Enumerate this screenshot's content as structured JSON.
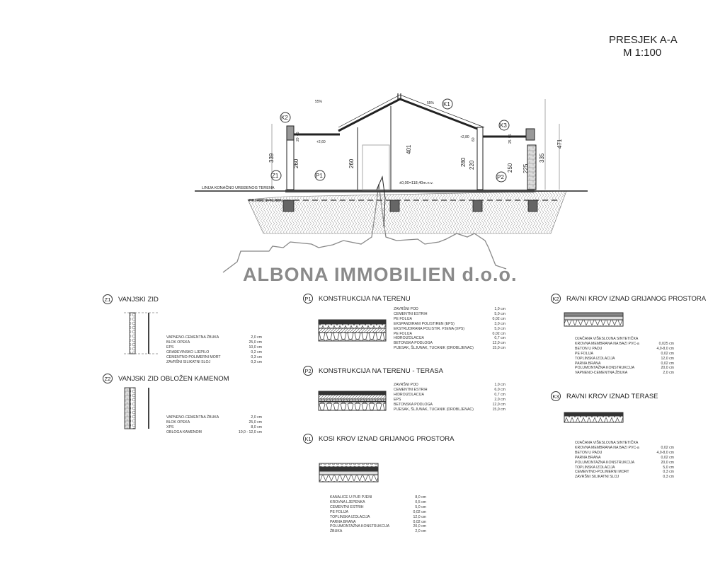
{
  "title": {
    "section": "PRESJEK A-A",
    "scale": "M 1:100"
  },
  "watermark": "ALBONA IMMOBILIEN d.o.o.",
  "drawing": {
    "terrain_line": "LINIJA KONAČNO UREĐENOG TERENA",
    "natural_terrain": "PRIRODNI TEREN",
    "level_zero": "±0,00=118,40m.n.v.",
    "level_k2": "+2,60",
    "level_k1": "+2,80",
    "slope_left": "55%",
    "slope_right": "55%",
    "dims": [
      "339",
      "260",
      "260",
      "401",
      "280",
      "220",
      "250",
      "225",
      "335",
      "471",
      "45",
      "20",
      "60",
      "55",
      "25"
    ],
    "markers": [
      "K2",
      "K1",
      "K3",
      "Z1",
      "P1",
      "P2"
    ]
  },
  "sections": [
    {
      "code": "Z1",
      "title": "VANJSKI ZID",
      "layers": [
        [
          "VAPNENO-CEMENTNA ŽBUKA",
          "2,0 cm"
        ],
        [
          "BLOK OPEKA",
          "25,0 cm"
        ],
        [
          "EPS",
          "10,0 cm"
        ],
        [
          "GRAĐEVINSKO LJEPILO",
          "0,2 cm"
        ],
        [
          "CEMENTNO-POLIMERNI MORT",
          "0,3 cm"
        ],
        [
          "ZAVRŠNI SILIKATNI SLOJ",
          "0,3 cm"
        ]
      ]
    },
    {
      "code": "Z2",
      "title": "VANJSKI ZID OBLOŽEN KAMENOM",
      "layers": [
        [
          "VAPNENO-CEMENTNA ŽBUKA",
          "2,0 cm"
        ],
        [
          "BLOK OPEKA",
          "25,0 cm"
        ],
        [
          "XPS",
          "8,0 cm"
        ],
        [
          "OBLOGA KAMENOM",
          "10,0 - 12,0 cm"
        ]
      ]
    },
    {
      "code": "P1",
      "title": "KONSTRUKCIJA NA TERENU",
      "layers": [
        [
          "ZAVRŠNI POD",
          "1,0 cm"
        ],
        [
          "CEMENTNI ESTRIH",
          "5,0 cm"
        ],
        [
          "PE FOLIJA",
          "0,02 cm"
        ],
        [
          "EKSPANDIRANI POLISTIREN (EPS)",
          "3,0 cm"
        ],
        [
          "EKSTRUDIRANA POLISTIR. PJENA (XPS)",
          "5,0 cm"
        ],
        [
          "PE FOLIJA",
          "0,02 cm"
        ],
        [
          "HIDROIZOLACIJA",
          "0,7 cm"
        ],
        [
          "BETONSKA PODLOGA",
          "12,0 cm"
        ],
        [
          "PIJESAK, ŠLJUNAK, TUCANIK (DROBLJENAC)",
          "15,0 cm"
        ]
      ]
    },
    {
      "code": "P2",
      "title": "KONSTRUKCIJA NA TERENU - TERASA",
      "layers": [
        [
          "ZAVRŠNI POD",
          "1,0 cm"
        ],
        [
          "CEMENTNI ESTRIH",
          "6,0 cm"
        ],
        [
          "HIDROIZOLACIJA",
          "0,7 cm"
        ],
        [
          "EPS",
          "2,0 cm"
        ],
        [
          "BETONSKA PODLOGA",
          "12,0 cm"
        ],
        [
          "PIJESAK, ŠLJUNAK, TUCANIK (DROBLJENAC)",
          "15,0 cm"
        ]
      ]
    },
    {
      "code": "K1",
      "title": "KOSI KROV IZNAD GRIJANOG PROSTORA",
      "layers": [
        [
          "KANALICE U PUR PJENI",
          "8,0 cm"
        ],
        [
          "KROVNA LJEPENKA",
          "0,5 cm"
        ],
        [
          "CEMENTNI ESTRIH",
          "5,0 cm"
        ],
        [
          "PE FOLIJA",
          "0,02 cm"
        ],
        [
          "TOPLINSKA IZOLACIJA",
          "12,0 cm"
        ],
        [
          "PARNA BRANA",
          "0,02 cm"
        ],
        [
          "POLUMONTAŽNA KONSTRUKCIJA",
          "20,0 cm"
        ],
        [
          "ŽBUKA",
          "2,0 cm"
        ]
      ]
    },
    {
      "code": "K2",
      "title": "RAVNI KROV IZNAD GRIJANOG PROSTORA",
      "layers": [
        [
          "OJAČANA VIŠESLOJNA SINTETIČKA",
          ""
        ],
        [
          "KROVNA MEMBRANA NA BAZI PVC-a",
          "0,025 cm"
        ],
        [
          "BETON U PADU",
          "4,0-8,0 cm"
        ],
        [
          "PE FOLIJA",
          "0,02 cm"
        ],
        [
          "TOPLINSKA IZOLACIJA",
          "12,0 cm"
        ],
        [
          "PARNA BRANA",
          "0,02 cm"
        ],
        [
          "POLUMONTAŽNA KONSTRUKCIJA",
          "20,0 cm"
        ],
        [
          "VAPNENO-CEMENTNA ŽBUKA",
          "2,0 cm"
        ]
      ]
    },
    {
      "code": "K3",
      "title": "RAVNI KROV IZNAD TERASE",
      "layers": [
        [
          "OJAČANA VIŠESLOJNA SINTETIČKA",
          ""
        ],
        [
          "KROVNA MEMBRANA NA BAZI PVC-a",
          "0,02 cm"
        ],
        [
          "BETON U PADU",
          "4,0-8,0 cm"
        ],
        [
          "PARNA BRANA",
          "0,02 cm"
        ],
        [
          "POLUMONTAŽNA KONSTRUKCIJA",
          "20,0 cm"
        ],
        [
          "TOPLINSKA IZOLACIJA",
          "5,0 cm"
        ],
        [
          "CEMENTNO-POLIMERNI MORT",
          "0,3 cm"
        ],
        [
          "ZAVRŠNI SILIKATNI SLOJ",
          "0,3 cm"
        ]
      ]
    }
  ]
}
